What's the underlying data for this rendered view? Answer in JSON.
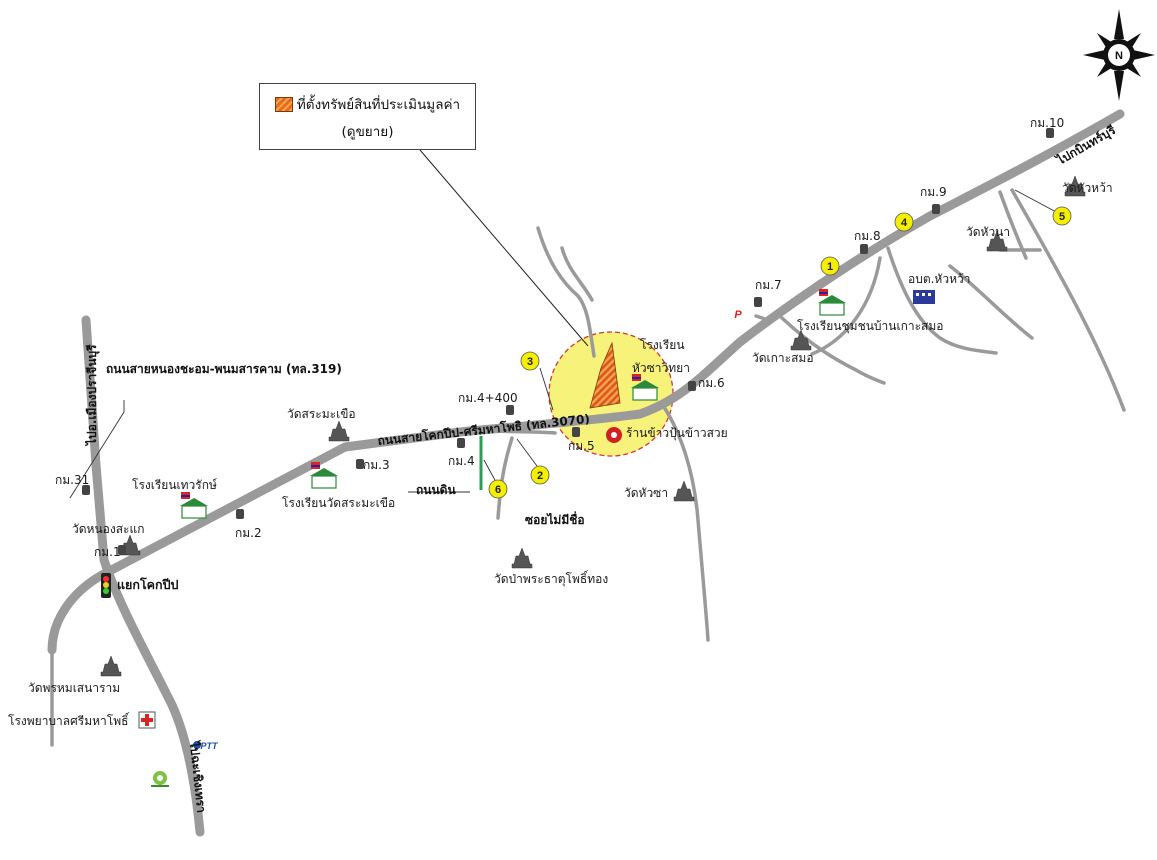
{
  "legend": {
    "title": "ที่ตั้งทรัพย์สินที่ประเมินมูลค่า",
    "subtitle": "(ดูขยาย)"
  },
  "compass": {
    "label": "N"
  },
  "roads": {
    "main": "ถนนสายโคกปีป-ศรีมหาโพธิ (ทล.3070)",
    "hwy319": "ถนนสายหนองชะอม-พนมสารคาม (ทล.319)",
    "dirt": "ถนนดิน",
    "soi": "ซอยไม่มีชื่อ",
    "to_prachinburi": "ไปกบินทร์บุรี",
    "to_muang": "ไปอ.เมืองปราจีนบุรี",
    "to_chachoengsao": "ไปฉะเชิงเทรา"
  },
  "km_markers": [
    "กม.1",
    "กม.2",
    "กม.3",
    "กม.4",
    "กม.4+400",
    "กม.5",
    "กม.6",
    "กม.7",
    "กม.8",
    "กม.9",
    "กม.10",
    "กม.31"
  ],
  "places": {
    "wat_huawa": "วัดหัวหว้า",
    "wat_huana": "วัดหัวนา",
    "obt": "อบต.หัวหว้า",
    "school_koh_samo": "โรงเรียนชุมชนบ้านเกาะสมอ",
    "wat_koh_samo": "วัดเกาะสมอ",
    "school_huacha": "โรงเรียน",
    "school_huacha2": "หัวซาวิทยา",
    "rice_mill": "ร้านข้าวปุ้นข้าวสวย",
    "wat_huacha": "วัดหัวซา",
    "wat_pa": "วัดป่าพระธาตุโพธิ์ทอง",
    "wat_srasamaruea": "วัดสระมะเขือ",
    "school_wat_srasamaruea": "โรงเรียนวัดสระมะเขือ",
    "school_thewarak": "โรงเรียนเทวรักษ์",
    "wat_nongsakae": "วัดหนองสะแก",
    "junction": "แยกโคกปีป",
    "wat_phrom": "วัดพรหมเสนาราม",
    "hospital": "โรงพยาบาลศรีมหาโพธิ์"
  },
  "markers": [
    "1",
    "2",
    "3",
    "4",
    "5",
    "6"
  ],
  "colors": {
    "road": "#9a9a9a",
    "circle": "#f7f37a",
    "circle_border": "#d0382f",
    "plot": "#e86a1a",
    "marker": "#f4ef00",
    "dirt_road": "#2e9c57"
  }
}
